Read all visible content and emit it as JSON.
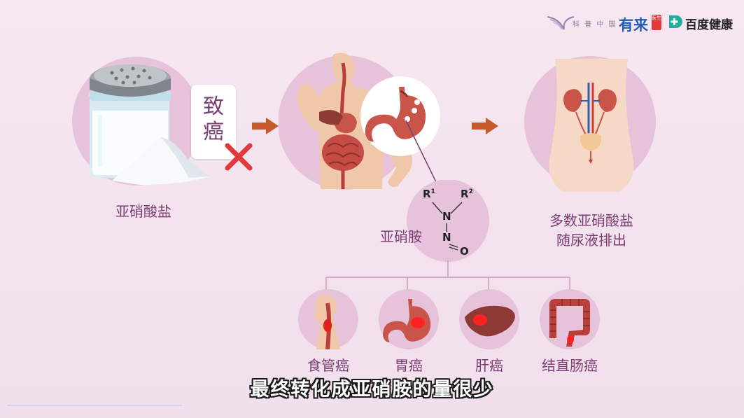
{
  "logos": {
    "kepu_text": "科 普 中 国",
    "youlai_text": "有来",
    "youlai_badge": "医生",
    "baidu_text": "百度健康"
  },
  "labels": {
    "nitrite": "亚硝酸盐",
    "carcinogen_line1": "致",
    "carcinogen_line2": "癌",
    "nitrosamine": "亚硝胺",
    "excretion_line1": "多数亚硝酸盐",
    "excretion_line2": "随尿液排出"
  },
  "chemistry": {
    "r1": "R",
    "r1_sup": "1",
    "r2": "R",
    "r2_sup": "2",
    "n_upper": "N",
    "n_lower": "N",
    "oxygen": "O"
  },
  "cancers": [
    {
      "label": "食管癌",
      "icon": "esophagus-icon"
    },
    {
      "label": "胃癌",
      "icon": "stomach-icon"
    },
    {
      "label": "肝癌",
      "icon": "liver-icon"
    },
    {
      "label": "结直肠癌",
      "icon": "colon-icon"
    }
  ],
  "subtitle": "最终转化成亚硝胺的量很少",
  "colors": {
    "text_purple": "#7b3d73",
    "arrow_orange": "#c65a2a",
    "circle_pink": "#e6c3da",
    "cross_red": "#e0383b",
    "organ_red": "#b8403a"
  }
}
